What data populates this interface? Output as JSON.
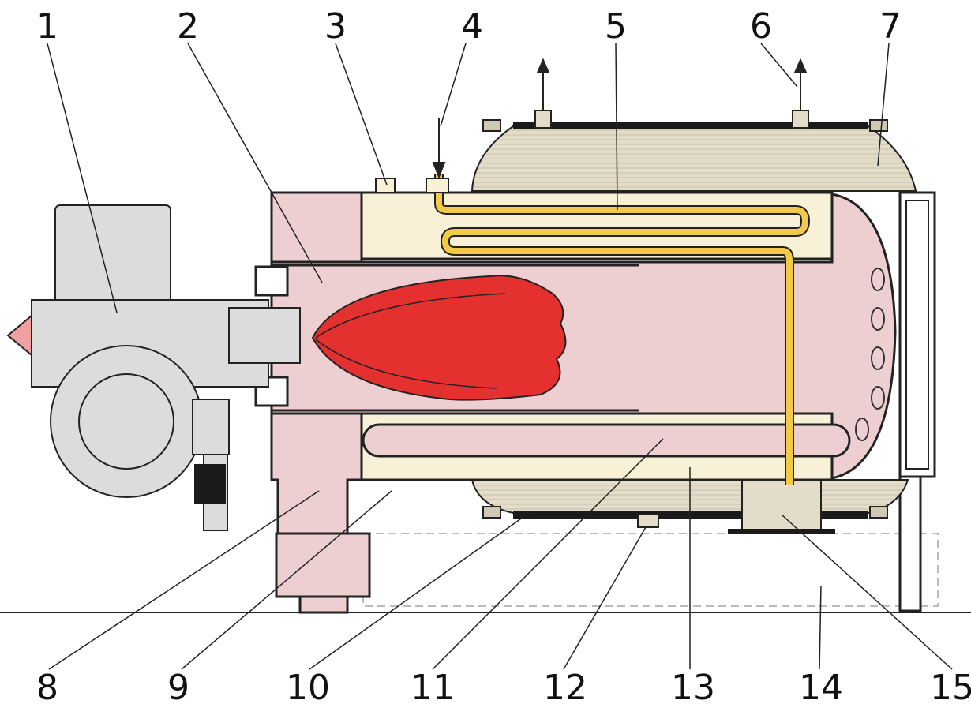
{
  "labels": {
    "top": [
      "1",
      "2",
      "3",
      "4",
      "5",
      "6",
      "7"
    ],
    "bottom": [
      "8",
      "9",
      "10",
      "11",
      "12",
      "13",
      "14",
      "15"
    ]
  },
  "colors": {
    "background": "#ffffff",
    "burner": "#dcdcdc",
    "combustion_chamber": "#edcfd2",
    "water_space": "#f8f1d8",
    "coil": "#f3c94a",
    "flame": "#e53030",
    "insulation": "#e2dcc8",
    "outline": "#1a1a1a"
  }
}
